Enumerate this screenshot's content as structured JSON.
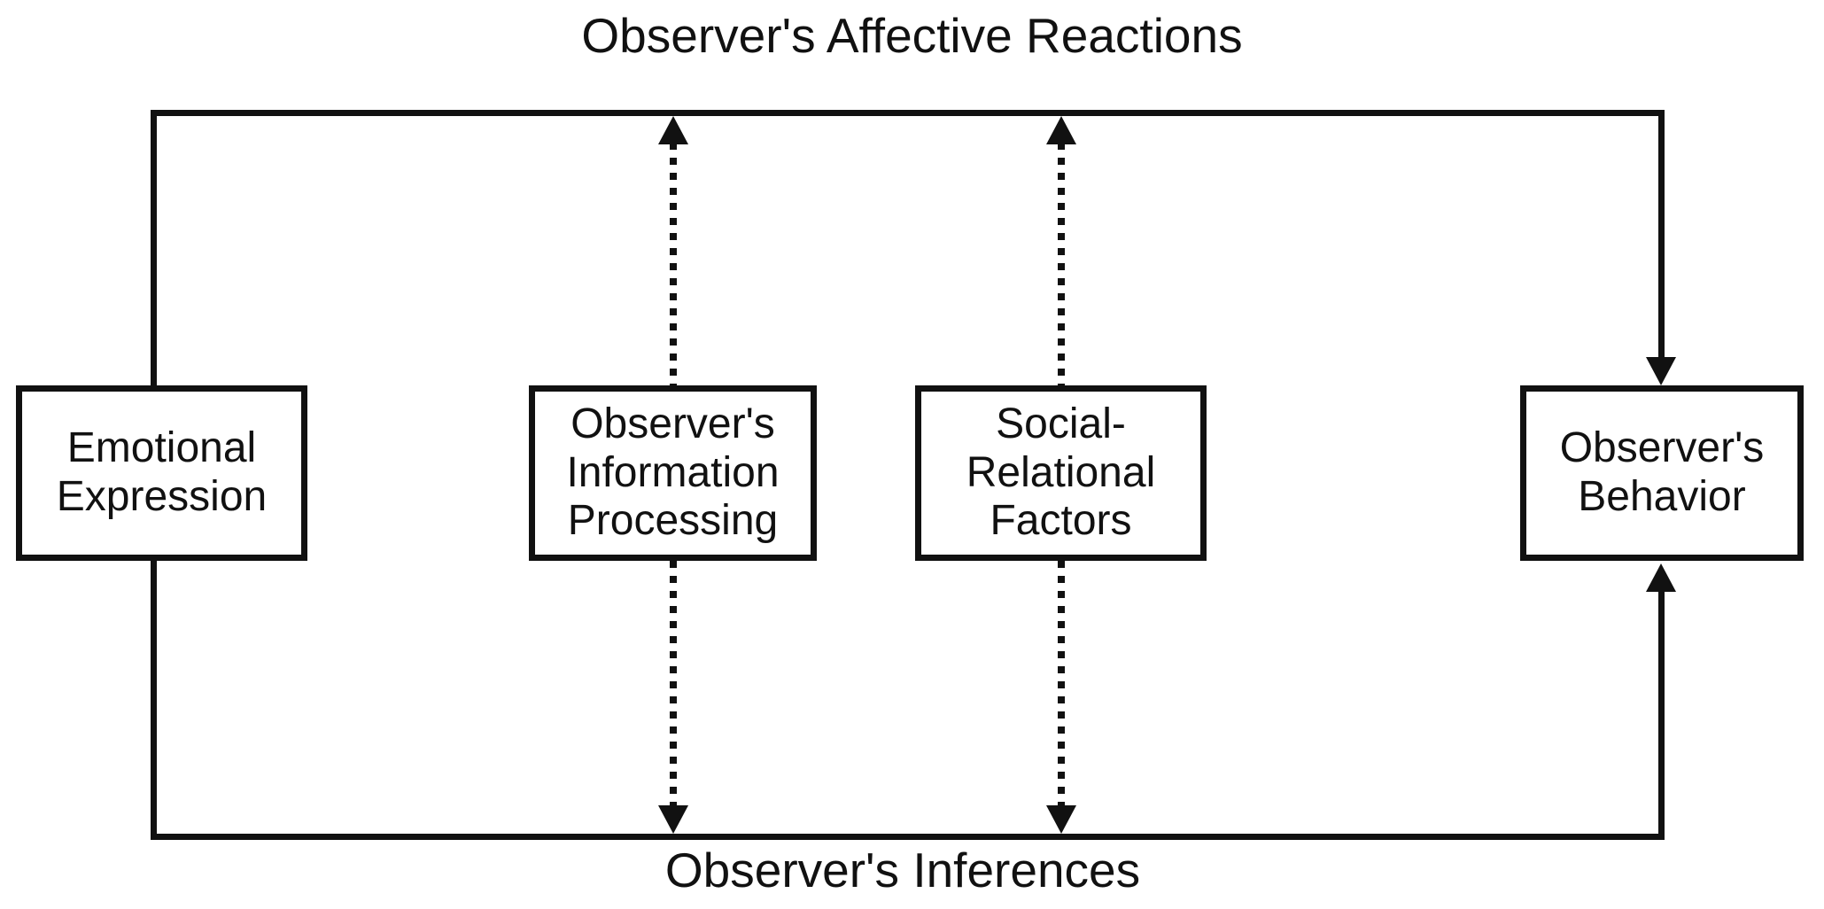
{
  "diagram": {
    "top_label": "Observer's Affective Reactions",
    "bottom_label": "Observer's Inferences",
    "nodes": [
      {
        "id": "emotional-expression",
        "label": "Emotional\nExpression"
      },
      {
        "id": "observers-information-processing",
        "label": "Observer's\nInformation\nProcessing"
      },
      {
        "id": "social-relational-factors",
        "label": "Social-\nRelational\nFactors"
      },
      {
        "id": "observers-behavior",
        "label": "Observer's\nBehavior"
      }
    ],
    "edges": [
      {
        "from": "emotional-expression",
        "to": "observers-behavior",
        "route": "top",
        "route_label": "Observer's Affective Reactions",
        "style": "solid",
        "arrowhead": "down into observers-behavior"
      },
      {
        "from": "emotional-expression",
        "to": "observers-behavior",
        "route": "bottom",
        "route_label": "Observer's Inferences",
        "style": "solid",
        "arrowhead": "up into observers-behavior"
      },
      {
        "from": "observers-information-processing",
        "to": "top-route",
        "style": "dotted",
        "arrowhead": "up"
      },
      {
        "from": "observers-information-processing",
        "to": "bottom-route",
        "style": "dotted",
        "arrowhead": "down"
      },
      {
        "from": "social-relational-factors",
        "to": "top-route",
        "style": "dotted",
        "arrowhead": "up"
      },
      {
        "from": "social-relational-factors",
        "to": "bottom-route",
        "style": "dotted",
        "arrowhead": "down"
      }
    ]
  },
  "colors": {
    "background": "#ffffff",
    "line": "#111111",
    "text": "#111111"
  }
}
